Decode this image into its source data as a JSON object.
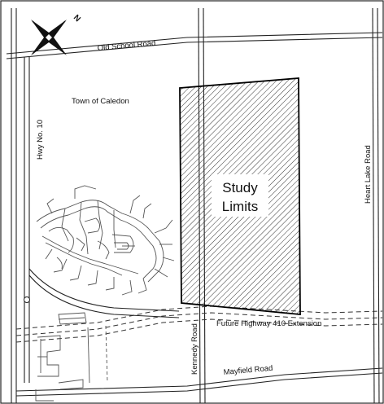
{
  "map": {
    "north_arrow_label": "N",
    "study_area_label_line1": "Study",
    "study_area_label_line2": "Limits",
    "labels": {
      "old_school_road": "Old School Road",
      "town": "Town of Caledon",
      "hwy10": "Hwy No. 10",
      "heart_lake": "Heart Lake Road",
      "kennedy": "Kennedy Road",
      "hwy410": "Future Highway 410 Extension",
      "mayfield": "Mayfield Road"
    },
    "colors": {
      "line": "#222222",
      "hatch": "#333333",
      "background": "#ffffff"
    }
  }
}
